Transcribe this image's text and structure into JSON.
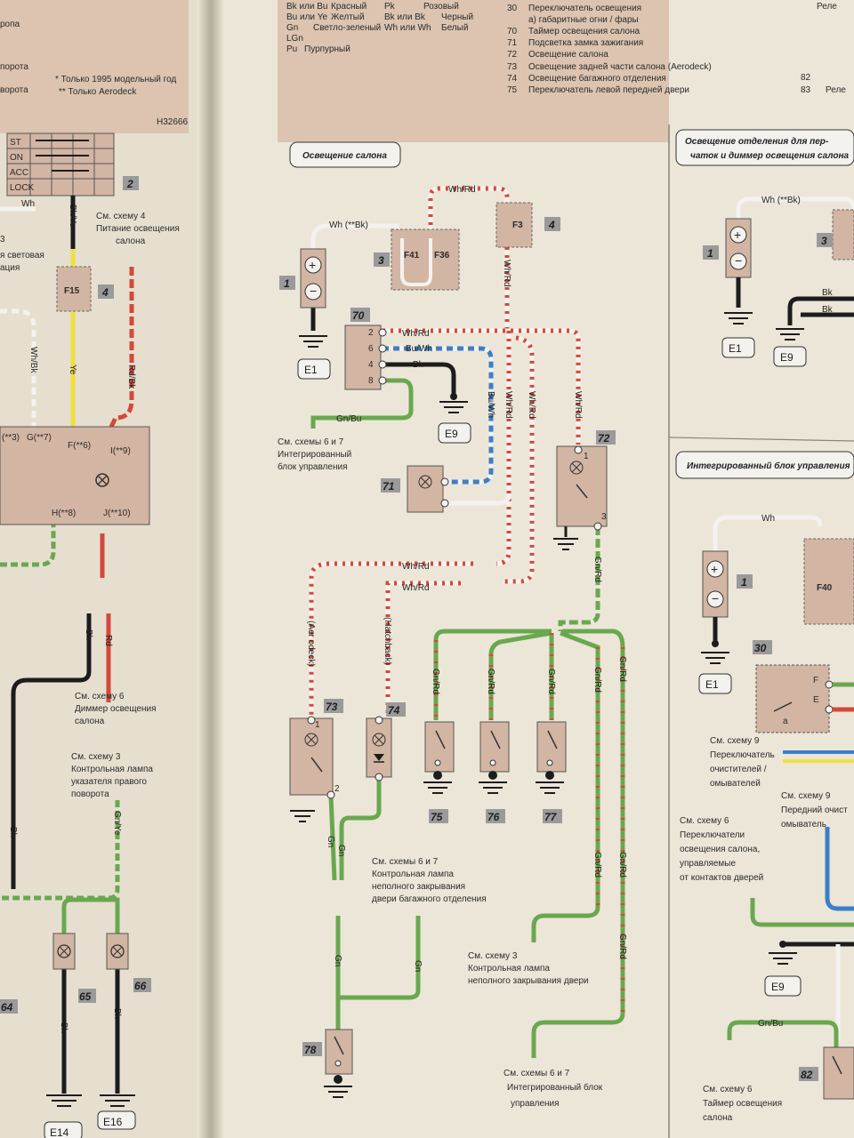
{
  "colors": {
    "page": "#ece6d8",
    "banner": "#dcc4b0",
    "component": "#d3b5a3",
    "green": "#6aa84f",
    "red": "#d34a3a",
    "white": "#f4f2ee",
    "black": "#1c1c1c",
    "blue": "#3b7fc7",
    "yellow": "#f0e040",
    "number_box": "#9a9a9a"
  },
  "left_page": {
    "ignition_rows": [
      "ST",
      "ON",
      "ACC",
      "LOCK"
    ],
    "footnotes": [
      "* Только 1995 модельный год",
      "** Только Aerodeck"
    ],
    "code": "H32666",
    "snippets": [
      "ропа",
      "порота",
      "ворота"
    ],
    "fuse_label": "F15",
    "box_numbers": [
      "2",
      "4",
      "64",
      "65",
      "66"
    ],
    "sub_ref_3": "3",
    "light_text": [
      "я световая",
      "ация"
    ],
    "wires": [
      "Bk/Ye",
      "Wh/Bk",
      "Ye",
      "Rd/Bk",
      "Bk",
      "Rd",
      "Gn/Ye",
      "Bk",
      "Bk",
      "Bk",
      "Wh"
    ],
    "pins": [
      "(**3)",
      "G(**7)",
      "F(**6)",
      "I(**9)",
      "H(**8)",
      "J(**10)"
    ],
    "notes": [
      [
        "См. схему 4",
        "Питание освещения",
        "салона"
      ],
      [
        "См. схему 6",
        "Диммер освещения",
        "салона"
      ],
      [
        "См. схему 3",
        "Контрольная лампа",
        "указателя правого",
        "поворота"
      ]
    ],
    "grounds": [
      "E14",
      "E16"
    ]
  },
  "center_page": {
    "legend_rows": [
      [
        "Bk или Bu",
        "Красный",
        "Pk",
        "Розовый"
      ],
      [
        "Bu или Ye",
        "Желтый",
        "Bk или Bk",
        "Черный"
      ],
      [
        "Gn",
        "Светло-зеленый",
        "Wh или Wh",
        "Белый"
      ],
      [
        "LGn",
        "",
        "",
        ""
      ],
      [
        "Pu",
        "Пурпурный",
        "",
        ""
      ]
    ],
    "component_list": [
      [
        "30",
        "Переключатель освещения"
      ],
      [
        "",
        "а) габаритные огни / фары"
      ],
      [
        "70",
        "Таймер освещения салона"
      ],
      [
        "71",
        "Подсветка замка зажигания"
      ],
      [
        "72",
        "Освещение салона"
      ],
      [
        "73",
        "Освещение задней части салона (Aerodeck)"
      ],
      [
        "74",
        "Освещение багажного отделения"
      ],
      [
        "75",
        "Переключатель левой передней двери"
      ]
    ],
    "section_title": "Освещение салона",
    "fuses": [
      "F41",
      "F36",
      "F3"
    ],
    "box_numbers": [
      "1",
      "3",
      "4",
      "70",
      "71",
      "72",
      "73",
      "74",
      "75",
      "76",
      "77",
      "78"
    ],
    "pins_70": [
      "2",
      "6",
      "4",
      "8"
    ],
    "wires": [
      "Wh (**Bk)",
      "Wh/Rd",
      "Wh/Rd",
      "Wh/Rd",
      "Bu/Wh",
      "Bk",
      "Gn/Bu",
      "Bu/Wh",
      "Wh/Rd",
      "Wh/Rd",
      "Wh/Rd",
      "Wh/Rd",
      "Wh/Rd",
      "Gn/Rd",
      "Gn/Rd",
      "Gn/Rd",
      "Gn/Rd",
      "Gn/Rd",
      "Gn/Rd",
      "Gn/Rd",
      "Gn/Rd",
      "Gn/Rd",
      "(Aer odeck)",
      "(Hatchback)",
      "Gn",
      "Gn",
      "Gn",
      "Gn"
    ],
    "pin_numbers": [
      "1",
      "3",
      "1",
      "2"
    ],
    "grounds": [
      "E1",
      "E9"
    ],
    "notes": [
      [
        "См. схемы 6 и 7",
        "Интегрированный",
        "блок управления"
      ],
      [
        "См. схемы 6 и 7",
        "Контрольная лампа",
        "неполного закрывания",
        "двери багажного отделения"
      ],
      [
        "См. схему 3",
        "Контрольная лампа",
        "неполного закрывания двери"
      ],
      [
        "См. схемы 6 и 7",
        "Интегрированный блок",
        "управления"
      ]
    ]
  },
  "right_page": {
    "top_numbers": [
      "82",
      "83"
    ],
    "snippets": [
      "Реле",
      "Реле"
    ],
    "section_1_title": [
      "Освещение отделения для пер-",
      "чаток и диммер освещения салона"
    ],
    "section_2_title": "Интегрированный блок управления",
    "fuses": [
      "F40"
    ],
    "box_numbers": [
      "1",
      "3",
      "1",
      "30",
      "82"
    ],
    "pins": [
      "F",
      "E",
      "а"
    ],
    "wires": [
      "Wh (**Bk)",
      "Bk",
      "Bk",
      "Wh",
      "Gn/Bu"
    ],
    "grounds": [
      "E1",
      "E9",
      "E1",
      "E9"
    ],
    "notes": [
      [
        "См. схему 9",
        "Переключатель",
        "очистителей /",
        "омывателей"
      ],
      [
        "См. схему 9",
        "Передний очист",
        "омыватель"
      ],
      [
        "См. схему 6",
        "Переключатели",
        "освещения салона,",
        "управляемые",
        "от контактов дверей"
      ],
      [
        "См. схему 6",
        "Таймер освещения",
        "салона"
      ]
    ]
  }
}
